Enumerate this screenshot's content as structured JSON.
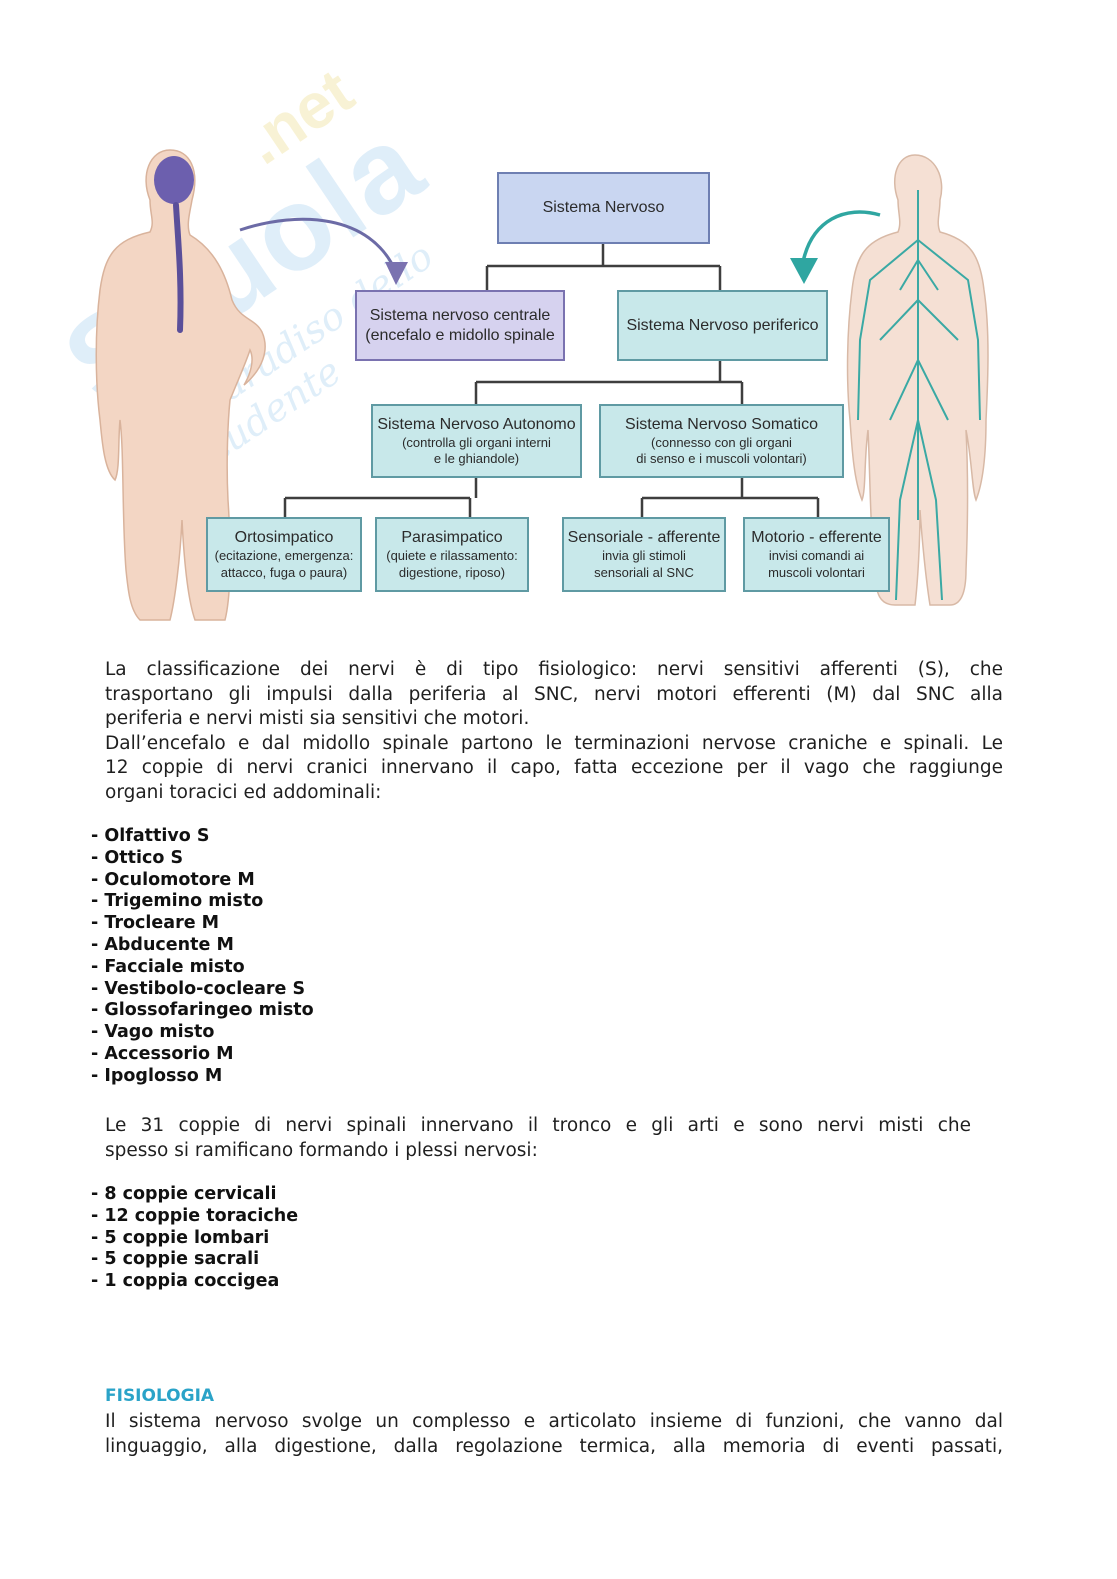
{
  "diagram": {
    "root": "Sistema Nervoso",
    "central": {
      "title": "Sistema nervoso centrale",
      "subtitle": "(encefalo e midollo spinale"
    },
    "peripheral": {
      "title": "Sistema Nervoso periferico"
    },
    "autonomic": {
      "title": "Sistema Nervoso Autonomo",
      "line1": "(controlla gli organi interni",
      "line2": "e le ghiandole)"
    },
    "somatic": {
      "title": "Sistema Nervoso Somatico",
      "line1": "(connesso con gli organi",
      "line2": "di senso e i muscoli volontari)"
    },
    "sympathetic": {
      "title": "Ortosimpatico",
      "line1": "(ecitazione, emergenza:",
      "line2": "attacco,  fuga o paura)"
    },
    "parasympathetic": {
      "title": "Parasimpatico",
      "line1": "(quiete e rilassamento:",
      "line2": "digestione, riposo)"
    },
    "sensory": {
      "title": "Sensoriale - afferente",
      "line1": "invia gli stimoli",
      "line2": "sensoriali al SNC"
    },
    "motor": {
      "title": "Motorio - efferente",
      "line1": "invisi comandi ai",
      "line2": "muscoli volontari"
    },
    "colors": {
      "central": "#d6d2ef",
      "peripheral": "#c8e8ea",
      "root": "#c9d6f1",
      "arrow_left": "#7a72b0",
      "arrow_right": "#2fa6a1"
    }
  },
  "watermark": {
    "main": "Skuola",
    "suffix": ".net",
    "tagline": "il paradiso dello studente"
  },
  "paragraph1": {
    "line1": "La classificazione dei nervi è di tipo fisiologico: nervi sensitivi afferenti (S), che",
    "line2": "trasportano gli impulsi dalla periferia al SNC, nervi motori efferenti (M) dal SNC alla",
    "line3": "periferia e nervi misti sia sensitivi che motori."
  },
  "paragraph2": {
    "line1": "Dall’encefalo e dal midollo spinale partono le terminazioni nervose craniche e spinali. Le",
    "line2": "12 coppie di nervi cranici innervano il capo, fatta eccezione per il vago che raggiunge",
    "line3": "organi toracici ed addominali:"
  },
  "cranial_nerves": [
    "- Olfattivo S",
    "- Ottico S",
    "- Oculomotore M",
    "- Trigemino misto",
    "- Trocleare M",
    "- Abducente M",
    "- Facciale misto",
    "- Vestibolo-cocleare S",
    "- Glossofaringeo misto",
    "- Vago misto",
    "- Accessorio M",
    "- Ipoglosso M"
  ],
  "paragraph3": {
    "line1": "Le 31 coppie di nervi spinali innervano il tronco e gli arti e sono nervi misti che",
    "line2": "spesso si ramificano formando i plessi nervosi:"
  },
  "spinal_nerves": [
    "- 8 coppie cervicali",
    "- 12 coppie toraciche",
    "- 5 coppie lombari",
    "- 5 coppie sacrali",
    "- 1 coppia coccigea"
  ],
  "section_heading": "FISIOLOGIA",
  "paragraph4": {
    "line1": "Il sistema nervoso svolge un complesso e articolato insieme di funzioni, che vanno dal",
    "line2": "linguaggio, alla digestione, dalla regolazione termica, alla memoria di eventi passati,"
  }
}
